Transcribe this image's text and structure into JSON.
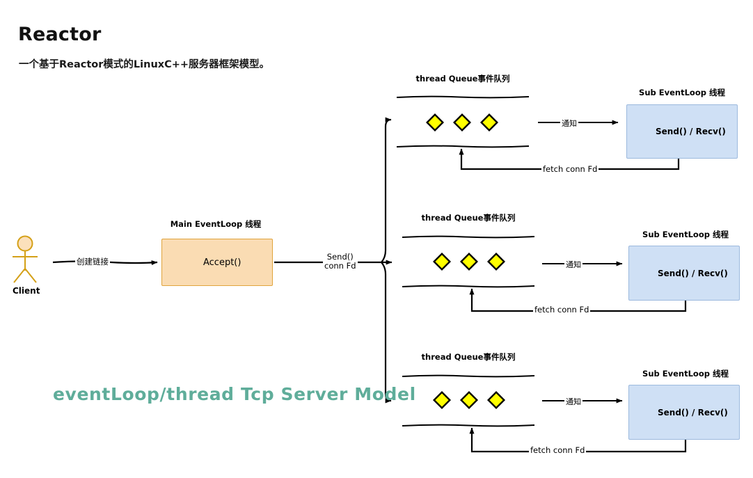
{
  "page": {
    "title": "Reactor",
    "subtitle": "一个基于Reactor模式的LinuxC++服务器框架模型。",
    "footer_caption": "eventLoop/thread Tcp Server Model",
    "background": "#ffffff"
  },
  "colors": {
    "main_box_fill": "#fadcb3",
    "main_box_border": "#e0a43c",
    "sub_box_fill": "#cfe0f5",
    "sub_box_border": "#9cb9dd",
    "event_diamond_fill": "#ffff00",
    "event_diamond_border": "#000000",
    "actor": "#d4a017",
    "actor_head_fill": "#fbe0bb",
    "footer_text": "#5fad9a",
    "stroke": "#000000"
  },
  "actor": {
    "name": "client-actor",
    "caption": "Client"
  },
  "main_eventloop": {
    "title": "Main EventLoop 线程",
    "body_label": "Accept()"
  },
  "edges": {
    "create_connection": "创建链接",
    "send_conn_fd_line1": "Send()",
    "send_conn_fd_line2": "conn Fd",
    "notify": "通知",
    "fetch_conn_fd": "fetch conn Fd"
  },
  "queue_title": "thread Queue事件队列",
  "sub_eventloop_title": "Sub EventLoop 线程",
  "sub_eventloop_body": "Send() / Recv()",
  "rows": [
    {
      "id": "row-1",
      "queue_title": "thread Queue事件队列",
      "events": 3,
      "sub_title": "Sub EventLoop 线程",
      "sub_body": "Send() / Recv()",
      "notify_label": "通知",
      "fetch_label": "fetch conn Fd"
    },
    {
      "id": "row-2",
      "queue_title": "thread Queue事件队列",
      "events": 3,
      "sub_title": "Sub EventLoop 线程",
      "sub_body": "Send() / Recv()",
      "notify_label": "通知",
      "fetch_label": "fetch conn Fd"
    },
    {
      "id": "row-3",
      "queue_title": "thread Queue事件队列",
      "events": 3,
      "sub_title": "Sub EventLoop 线程",
      "sub_body": "Send() / Recv()",
      "notify_label": "通知",
      "fetch_label": "fetch conn Fd"
    }
  ]
}
